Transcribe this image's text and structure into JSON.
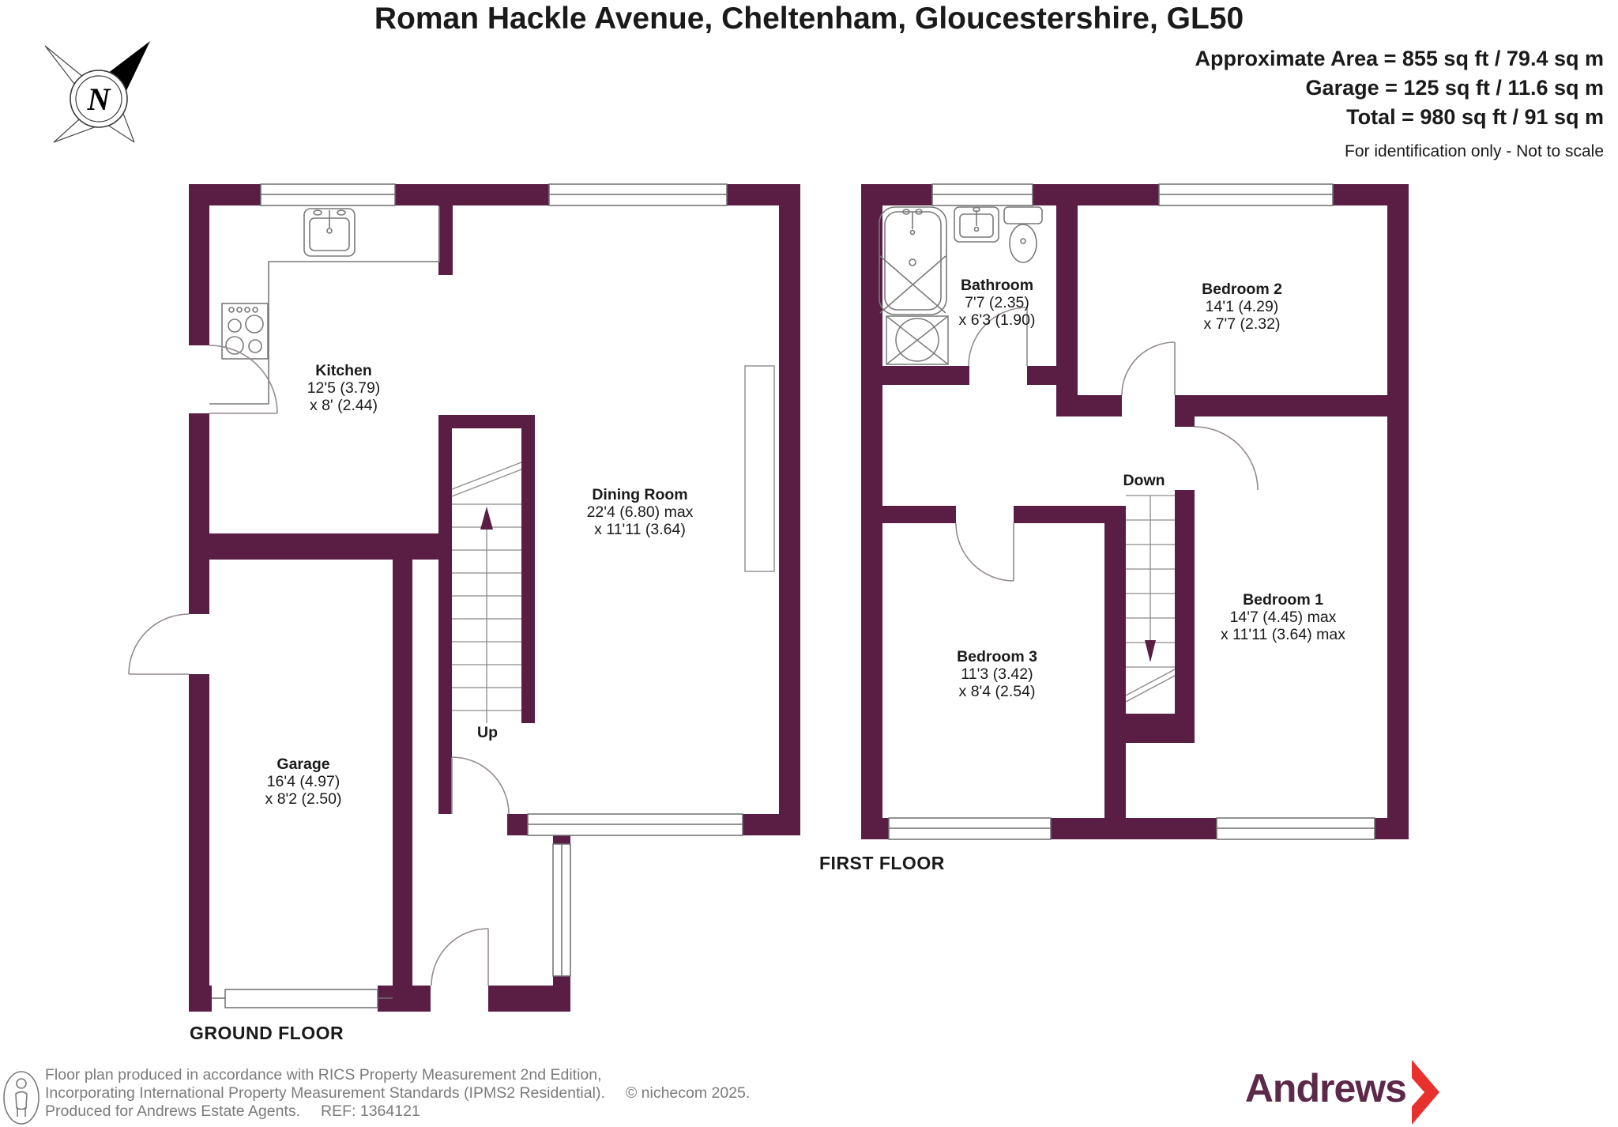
{
  "header": {
    "title": "Roman Hackle Avenue, Cheltenham, Gloucestershire, GL50",
    "area_line1": "Approximate Area = 855 sq ft / 79.4 sq m",
    "area_line2": "Garage = 125 sq ft / 11.6 sq m",
    "area_line3": "Total = 980 sq ft / 91 sq m",
    "disclaimer": "For identification only - Not to scale",
    "compass_label": "N"
  },
  "floors": {
    "ground": {
      "label": "GROUND FLOOR",
      "stair_label": "Up",
      "rooms": [
        {
          "name": "Kitchen",
          "dim1": "12'5 (3.79)",
          "dim2": "x 8' (2.44)"
        },
        {
          "name": "Dining Room",
          "dim1": "22'4 (6.80) max",
          "dim2": "x 11'11 (3.64)"
        },
        {
          "name": "Garage",
          "dim1": "16'4 (4.97)",
          "dim2": "x 8'2 (2.50)"
        }
      ]
    },
    "first": {
      "label": "FIRST FLOOR",
      "stair_label": "Down",
      "rooms": [
        {
          "name": "Bathroom",
          "dim1": "7'7 (2.35)",
          "dim2": "x 6'3 (1.90)"
        },
        {
          "name": "Bedroom 2",
          "dim1": "14'1 (4.29)",
          "dim2": "x 7'7 (2.32)"
        },
        {
          "name": "Bedroom 3",
          "dim1": "11'3 (3.42)",
          "dim2": "x 8'4 (2.54)"
        },
        {
          "name": "Bedroom 1",
          "dim1": "14'7 (4.45) max",
          "dim2": "x 11'11 (3.64) max"
        }
      ]
    }
  },
  "footer": {
    "line1": "Floor plan produced in accordance with RICS Property Measurement 2nd Edition,",
    "line2": "Incorporating International Property Measurement Standards (IPMS2 Residential).",
    "copyright": "© nichecom 2025.",
    "line3": "Produced for Andrews Estate Agents.",
    "ref": "REF: 1364121",
    "brand": "Andrews"
  },
  "colors": {
    "wall": "#5a1e45",
    "fixture_line": "#7a7a7a",
    "door_arc": "#958a93",
    "brand_purple": "#5c2949",
    "brand_red": "#e8312d",
    "footer_gray": "#7b7b7b"
  }
}
